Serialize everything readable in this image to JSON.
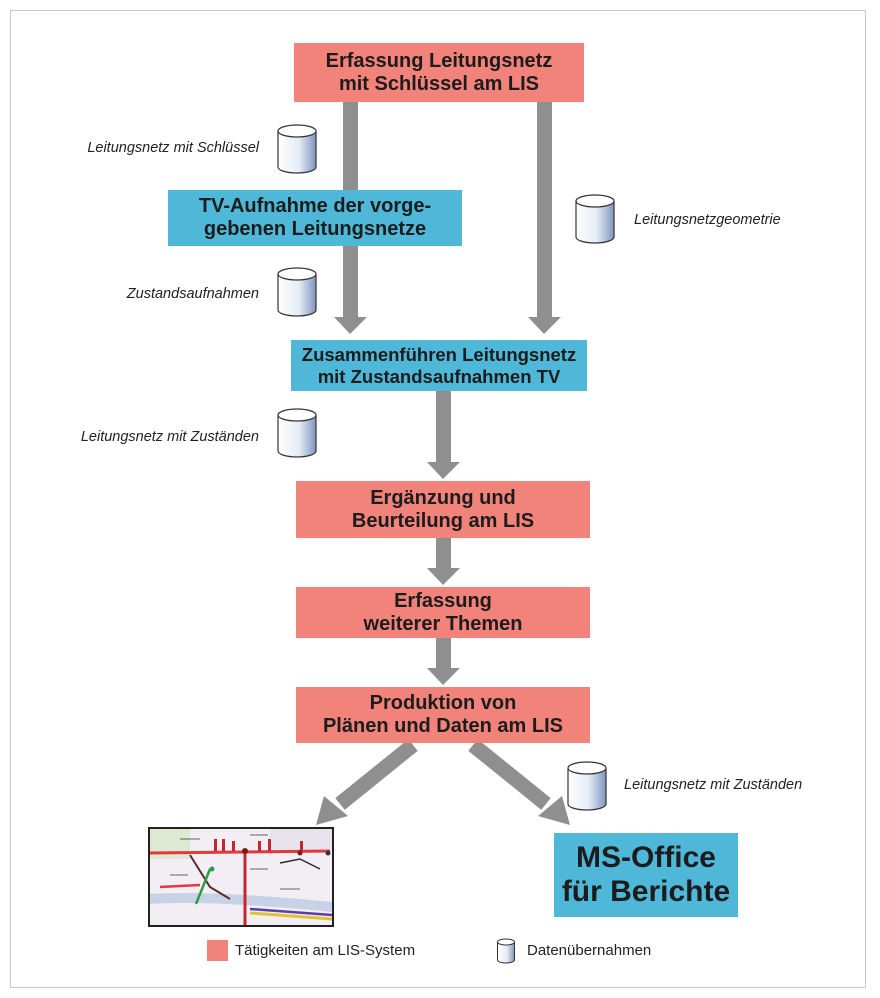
{
  "colors": {
    "activity": "#f1837a",
    "data_step": "#4fb8d8",
    "arrow": "#8f8f8f"
  },
  "steps": {
    "erfassung_leitungsnetz": "Erfassung Leitungsnetz\nmit Schlüssel am LIS",
    "tv_aufnahme": "TV-Aufnahme der vorge-\ngebenen Leitungsnetze",
    "zusammenfuehren": "Zusammenführen Leitungsnetz\nmit Zustandsaufnahmen TV",
    "ergaenzung": "Ergänzung und\nBeurteilung am LIS",
    "erfassung_themen": "Erfassung\nweiterer Themen",
    "produktion": "Produktion von\nPlänen und Daten am LIS",
    "ms_office": "MS-Office\nfür Berichte"
  },
  "data_labels": {
    "leitungsnetz_mit_schluessel": "Leitungsnetz mit Schlüssel",
    "leitungsnetzgeometrie": "Leitungsnetzgeometrie",
    "zustandsaufnahmen": "Zustandsaufnahmen",
    "leitungsnetz_mit_zustaenden_1": "Leitungsnetz mit Zuständen",
    "leitungsnetz_mit_zustaenden_2": "Leitungsnetz mit Zuständen"
  },
  "legend": {
    "activity_label": "Tätigkeiten am LIS-System",
    "data_label": "Datenübernahmen"
  },
  "icons": {
    "database": "database-cylinder-icon",
    "map": "lis-map-thumbnail"
  }
}
